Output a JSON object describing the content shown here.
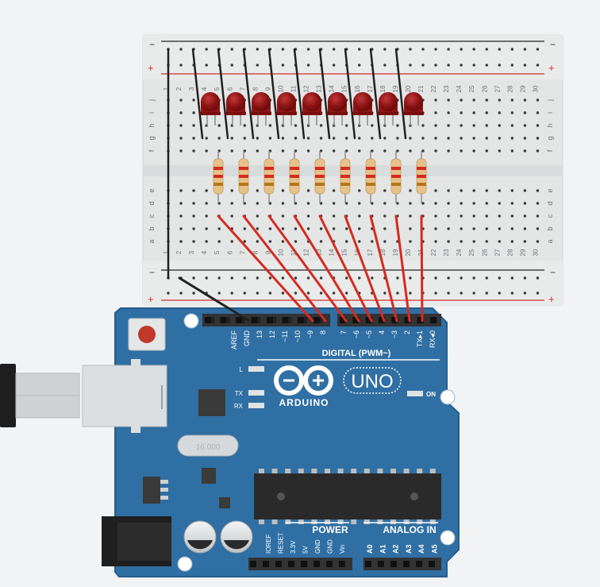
{
  "canvas": {
    "background": "#f1f3f5"
  },
  "breadboard": {
    "colors": {
      "body": "#e4e6e6",
      "border": "#d3d6d6",
      "hole": "#3a3a3a",
      "rail_negative": "#222222",
      "rail_positive": "#d0312d",
      "text": "#6b6f73"
    },
    "rail_minus": "−",
    "rail_plus": "+",
    "row_letters_top": [
      "j",
      "i",
      "h",
      "g",
      "f"
    ],
    "row_letters_bottom": [
      "e",
      "d",
      "c",
      "b",
      "a"
    ],
    "column_numbers": [
      "1",
      "2",
      "3",
      "4",
      "5",
      "6",
      "7",
      "8",
      "9",
      "10",
      "11",
      "12",
      "13",
      "14",
      "15",
      "16",
      "17",
      "18",
      "19",
      "20",
      "21",
      "22",
      "23",
      "24",
      "25",
      "26",
      "27",
      "28",
      "29",
      "30"
    ]
  },
  "leds": {
    "count": 9,
    "color": "#8e0f0f",
    "highlight": "#b82a2a"
  },
  "resistors": {
    "count": 9,
    "body_color": "#e6c28a",
    "band_colors": [
      "#d62b1f",
      "#d62b1f",
      "#b5761a"
    ]
  },
  "wires": {
    "ground_color": "#222222",
    "signal_color": "#d62b1f"
  },
  "arduino": {
    "board_color": "#2f6fa3",
    "edge_color": "#255d8c",
    "logo_text": "ARDUINO",
    "model_label": "UNO",
    "digital_label": "DIGITAL (PWM~)",
    "power_label": "POWER",
    "analog_label": "ANALOG IN",
    "on_label": "ON",
    "led_labels": {
      "l": "L",
      "tx": "TX",
      "rx": "RX"
    },
    "crystal_label": "16.000",
    "digital_pins_left": [
      "AREF",
      "GND",
      "13",
      "12",
      "~11",
      "~10",
      "~9",
      "8"
    ],
    "digital_pins_right": [
      "7",
      "~6",
      "~5",
      "4",
      "~3",
      "2",
      "TX▸1",
      "RX◂0"
    ],
    "power_pins": [
      "IOREF",
      "RESET",
      "3.3V",
      "5V",
      "GND",
      "GND",
      "Vin"
    ],
    "analog_pins": [
      "A0",
      "A1",
      "A2",
      "A3",
      "A4",
      "A5"
    ]
  }
}
